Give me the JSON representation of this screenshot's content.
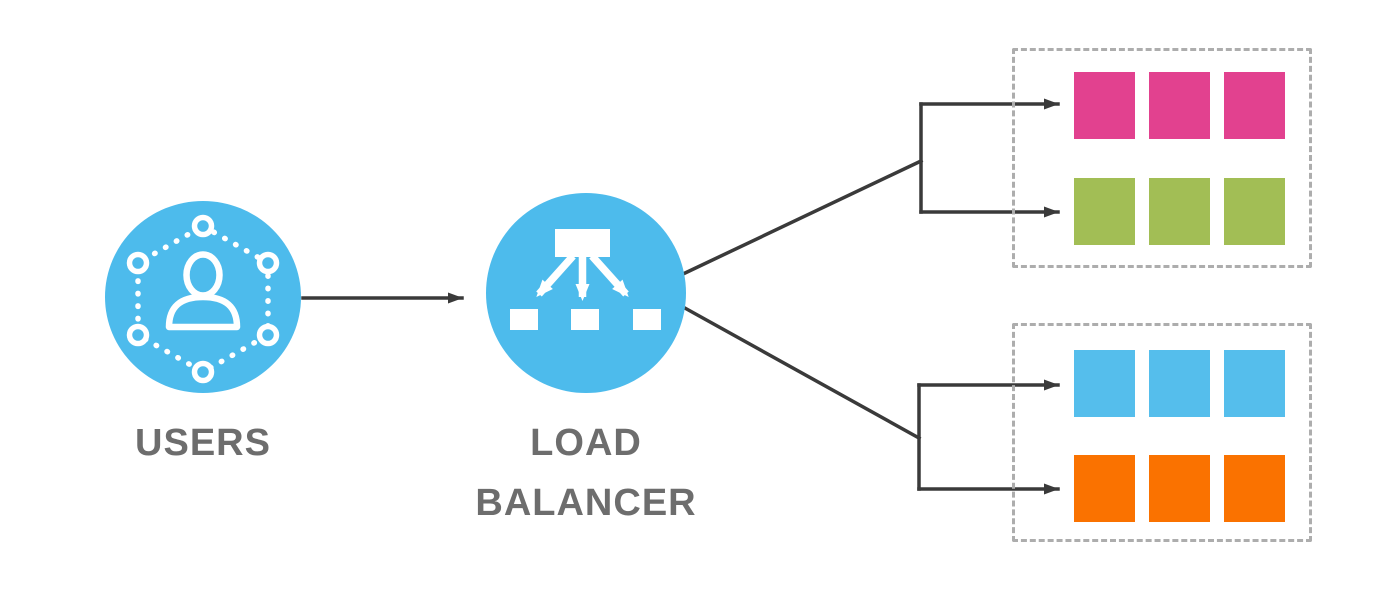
{
  "diagram": {
    "nodes": [
      {
        "id": "users",
        "label": "USERS",
        "icon": "user-network-icon",
        "shape": "circle"
      },
      {
        "id": "load-balancer",
        "label": "LOAD BALANCER",
        "icon": "load-balancer-icon",
        "shape": "circle"
      }
    ],
    "groups": [
      {
        "id": "server-group-1",
        "rows": [
          {
            "name": "pink-servers",
            "color": "#E2418F",
            "count": 3
          },
          {
            "name": "green-servers",
            "color": "#A2BE55",
            "count": 3
          }
        ]
      },
      {
        "id": "server-group-2",
        "rows": [
          {
            "name": "blue-servers",
            "color": "#55BEEC",
            "count": 3
          },
          {
            "name": "orange-servers",
            "color": "#FA7200",
            "count": 3
          }
        ]
      }
    ],
    "edges": [
      {
        "from": "users",
        "to": "load-balancer"
      },
      {
        "from": "load-balancer",
        "to": "server-group-1.pink-servers"
      },
      {
        "from": "load-balancer",
        "to": "server-group-1.green-servers"
      },
      {
        "from": "load-balancer",
        "to": "server-group-2.blue-servers"
      },
      {
        "from": "load-balancer",
        "to": "server-group-2.orange-servers"
      }
    ],
    "colors": {
      "node_fill": "#4DBBEC",
      "icon_stroke": "#FFFFFF",
      "connector": "#3A3A3A",
      "label_text": "#6D6D6D",
      "group_border": "#ADADAD",
      "background": "#FFFFFF"
    }
  }
}
